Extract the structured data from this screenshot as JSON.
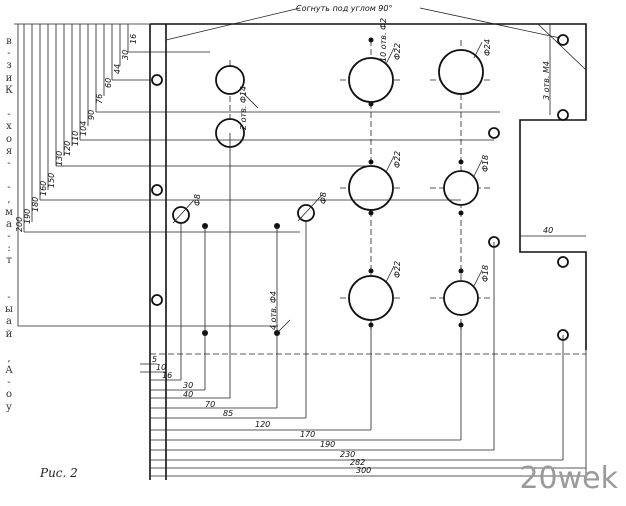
{
  "note_top": "Согнуть под углом 90°",
  "figure_caption": "Рис. 2",
  "watermark": "20wek",
  "left_margin_letters": [
    "в",
    "-",
    "з",
    "и",
    "К",
    "",
    "-",
    "х",
    "о",
    "я",
    "-",
    "",
    "-",
    ",",
    "м",
    "а",
    "-",
    ":",
    "т",
    "",
    "",
    "-",
    "ы",
    "а",
    "й",
    "",
    ",",
    "А",
    "-",
    "о",
    "у"
  ],
  "vertical_dims": [
    "16",
    "30",
    "44",
    "60",
    "76",
    "90",
    "104",
    "110",
    "120",
    "130",
    "150",
    "160",
    "180",
    "190",
    "200"
  ],
  "horizontal_dims": [
    "5",
    "10",
    "16",
    "30",
    "40",
    "70",
    "85",
    "120",
    "170",
    "190",
    "230",
    "282",
    "300"
  ],
  "right_dim": "40",
  "hole_labels": {
    "top_two_holes": "2 отв. Ф14",
    "big_hole_top": "Ф22",
    "small_holes_top": "10 отв. Ф2",
    "hole_24": "Ф24",
    "threaded": "3 отв. М4",
    "big_hole_mid": "Ф22",
    "hole_18_mid": "Ф18",
    "hole_8_left": "Ф8",
    "hole_8_right": "Ф8",
    "big_hole_bottom": "Ф22",
    "hole_18_bottom": "Ф18",
    "four_holes": "4 отв. Ф4"
  }
}
